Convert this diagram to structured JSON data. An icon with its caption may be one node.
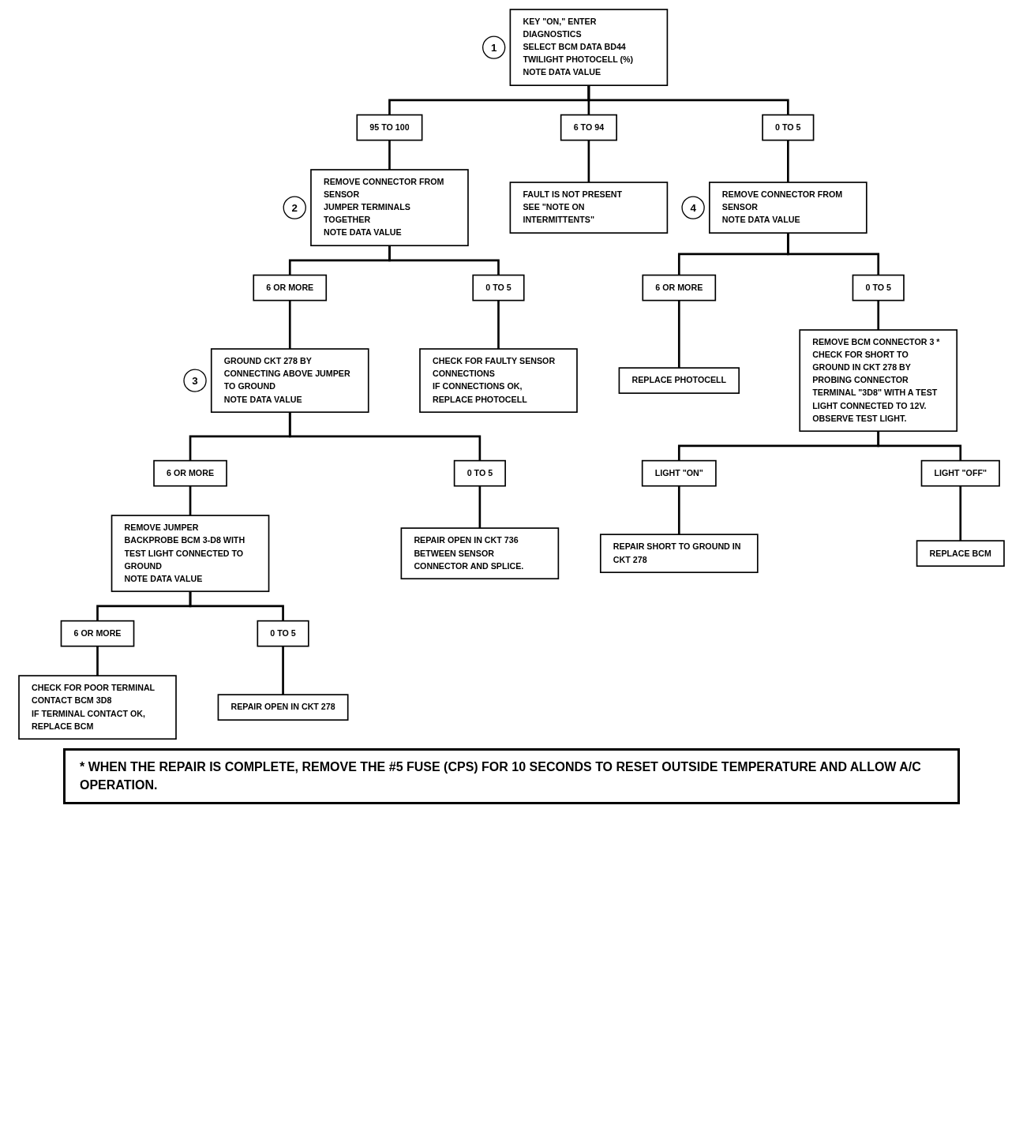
{
  "diagram": {
    "nodes": [
      {
        "text": [
          "KEY \"ON,\" ENTER DIAGNOSTICS",
          "SELECT BCM DATA BD44 TWILIGHT PHOTOCELL (%)",
          "NOTE DATA VALUE"
        ],
        "beside": [
          "1"
        ]
      },
      {
        "text": [
          "95 TO 100"
        ]
      },
      {
        "text": [
          "6 TO 94"
        ]
      },
      {
        "text": [
          "0 TO 5"
        ]
      },
      {
        "text": [
          "REMOVE CONNECTOR FROM SENSOR",
          "JUMPER TERMINALS TOGETHER",
          "NOTE DATA VALUE"
        ],
        "beside": [
          "2"
        ]
      },
      {
        "text": [
          "FAULT IS NOT PRESENT",
          "SEE \"NOTE ON INTERMITTENTS\""
        ]
      },
      {
        "text": [
          "REMOVE CONNECTOR FROM SENSOR",
          "NOTE DATA VALUE"
        ],
        "beside": [
          "4"
        ]
      },
      {
        "text": [
          "6 OR MORE"
        ]
      },
      {
        "text": [
          "0 TO 5"
        ]
      },
      {
        "text": [
          "6 OR MORE"
        ]
      },
      {
        "text": [
          "0 TO 5"
        ]
      },
      {
        "text": [
          "GROUND CKT 278 BY CONNECTING ABOVE JUMPER TO GROUND",
          "NOTE DATA VALUE"
        ],
        "beside": [
          "3"
        ]
      },
      {
        "text": [
          "CHECK FOR FAULTY SENSOR CONNECTIONS",
          "IF CONNECTIONS OK, REPLACE PHOTOCELL"
        ]
      },
      {
        "text": [
          "REPLACE PHOTOCELL"
        ]
      },
      {
        "text": [
          "REMOVE BCM CONNECTOR 3 *",
          "CHECK FOR SHORT TO GROUND IN CKT 278 BY PROBING CONNECTOR TERMINAL \"3D8\" WITH A TEST LIGHT CONNECTED TO 12V.",
          "OBSERVE TEST LIGHT."
        ]
      },
      {
        "text": [
          "6 OR MORE"
        ]
      },
      {
        "text": [
          "0 TO 5"
        ]
      },
      {
        "text": [
          "REMOVE JUMPER",
          "BACKPROBE BCM 3-D8 WITH TEST LIGHT CONNECTED TO GROUND",
          "NOTE DATA VALUE"
        ]
      },
      {
        "text": [
          "REPAIR OPEN IN CKT 736 BETWEEN SENSOR CONNECTOR AND SPLICE."
        ]
      },
      {
        "text": [
          "LIGHT \"ON\""
        ]
      },
      {
        "text": [
          "LIGHT \"OFF\""
        ]
      },
      {
        "text": [
          "6 OR MORE"
        ]
      },
      {
        "text": [
          "0 TO 5"
        ]
      },
      {
        "text": [
          "REPAIR SHORT TO GROUND IN CKT 278"
        ]
      },
      {
        "text": [
          "REPLACE BCM"
        ]
      },
      {
        "text": [
          "CHECK FOR POOR TERMINAL CONTACT BCM 3D8",
          "IF TERMINAL CONTACT OK, REPLACE BCM"
        ]
      },
      {
        "text": [
          "REPAIR OPEN IN CKT 278"
        ]
      }
    ],
    "edges": [
      {
        "from": 0,
        "to": 1,
        "arrow": "none"
      },
      {
        "from": 0,
        "to": 2,
        "arrow": "none"
      },
      {
        "from": 0,
        "to": 3,
        "arrow": "none"
      },
      {
        "from": 1,
        "to": 4,
        "arrow": "none"
      },
      {
        "from": 2,
        "to": 5,
        "arrow": "none"
      },
      {
        "from": 3,
        "to": 6,
        "arrow": "none"
      },
      {
        "from": 4,
        "to": 7,
        "arrow": "none"
      },
      {
        "from": 4,
        "to": 8,
        "arrow": "none"
      },
      {
        "from": 6,
        "to": 9,
        "arrow": "none"
      },
      {
        "from": 6,
        "to": 10,
        "arrow": "none"
      },
      {
        "from": 7,
        "to": 11,
        "arrow": "none"
      },
      {
        "from": 8,
        "to": 12,
        "arrow": "none"
      },
      {
        "from": 9,
        "to": 13,
        "arrow": "none"
      },
      {
        "from": 10,
        "to": 14,
        "arrow": "none"
      },
      {
        "from": 11,
        "to": 15,
        "arrow": "none"
      },
      {
        "from": 11,
        "to": 16,
        "arrow": "none"
      },
      {
        "from": 15,
        "to": 17,
        "arrow": "none"
      },
      {
        "from": 16,
        "to": 18,
        "arrow": "none"
      },
      {
        "from": 14,
        "to": 19,
        "arrow": "none"
      },
      {
        "from": 14,
        "to": 20,
        "arrow": "none"
      },
      {
        "from": 19,
        "to": 23,
        "arrow": "none"
      },
      {
        "from": 20,
        "to": 24,
        "arrow": "none"
      },
      {
        "from": 17,
        "to": 21,
        "arrow": "none"
      },
      {
        "from": 17,
        "to": 22,
        "arrow": "none"
      },
      {
        "from": 21,
        "to": 25,
        "arrow": "none"
      },
      {
        "from": 22,
        "to": 26,
        "arrow": "none"
      }
    ],
    "labels": [
      "* WHEN THE REPAIR IS COMPLETE, REMOVE THE #5 FUSE (CPS) FOR 10 SECONDS TO RESET OUTSIDE TEMPERATURE AND ALLOW A/C OPERATION."
    ]
  }
}
